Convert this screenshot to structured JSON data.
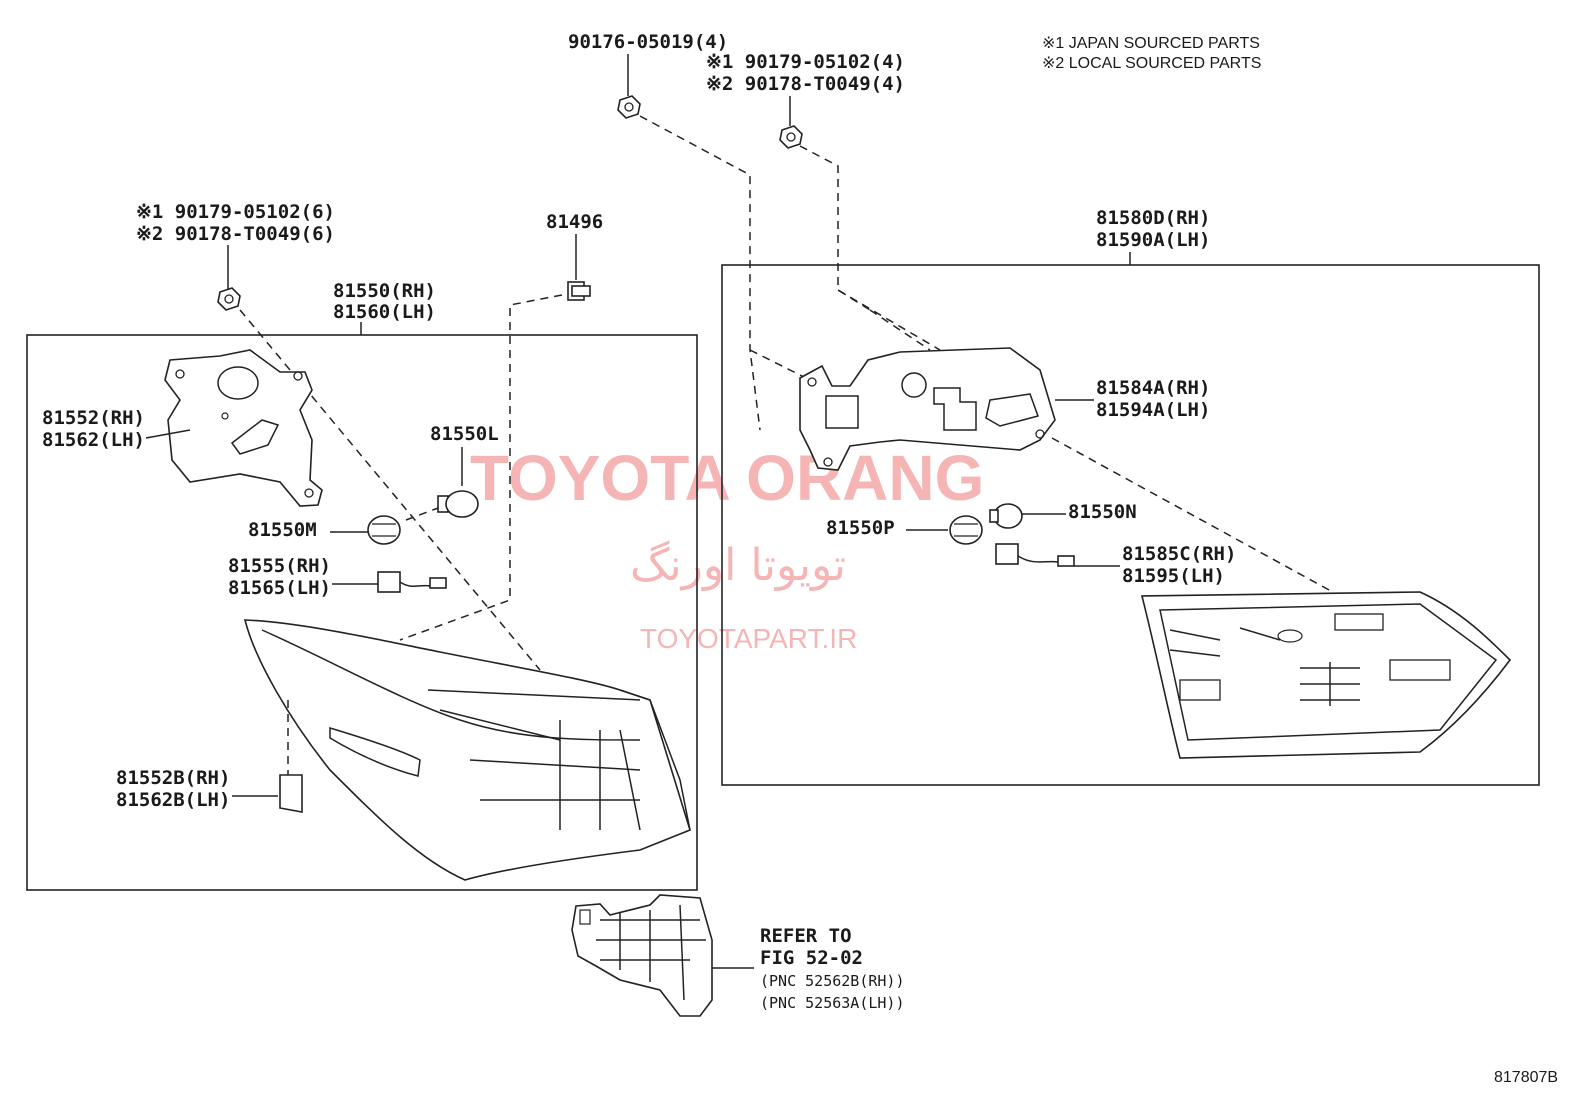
{
  "notes": {
    "japan": "※1 JAPAN SOURCED PARTS",
    "local": "※2 LOCAL SOURCED PARTS"
  },
  "watermark": {
    "title": "TOYOTA ORANG",
    "farsi": "تویوتا اورنگ",
    "site": "TOYOTAPART.IR"
  },
  "labels": {
    "p90176": "90176-05019(4)",
    "p90179_top": "※1 90179-05102(4)",
    "p90178_top": "※2 90178-T0049(4)",
    "p90179_left": "※1 90179-05102(6)",
    "p90178_left": "※2 90178-T0049(6)",
    "p81496": "81496",
    "p81550_rh": "81550(RH)",
    "p81560_lh": "81560(LH)",
    "p81552_rh": "81552(RH)",
    "p81562_lh": "81562(LH)",
    "p81550L": "81550L",
    "p81550M": "81550M",
    "p81555_rh": "81555(RH)",
    "p81565_lh": "81565(LH)",
    "p81552B_rh": "81552B(RH)",
    "p81562B_lh": "81562B(LH)",
    "p81580D_rh": "81580D(RH)",
    "p81590A_lh": "81590A(LH)",
    "p81584A_rh": "81584A(RH)",
    "p81594A_lh": "81594A(LH)",
    "p81550N": "81550N",
    "p81550P": "81550P",
    "p81585C_rh": "81585C(RH)",
    "p81595_lh": "81595(LH)",
    "refer1": "REFER TO",
    "refer2": "FIG 52-02",
    "refer3": "(PNC 52562B(RH))",
    "refer4": "(PNC 52563A(LH))",
    "figure_code": "817807B"
  }
}
